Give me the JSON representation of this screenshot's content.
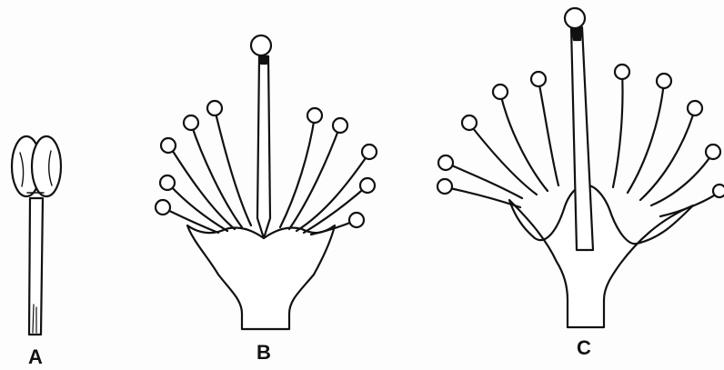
{
  "figures": [
    {
      "id": "A",
      "label": "A"
    },
    {
      "id": "B",
      "label": "B"
    },
    {
      "id": "C",
      "label": "C"
    }
  ],
  "colors": {
    "ink": "#111111",
    "paper": "#fdfdfd",
    "fill": "#ffffff"
  }
}
